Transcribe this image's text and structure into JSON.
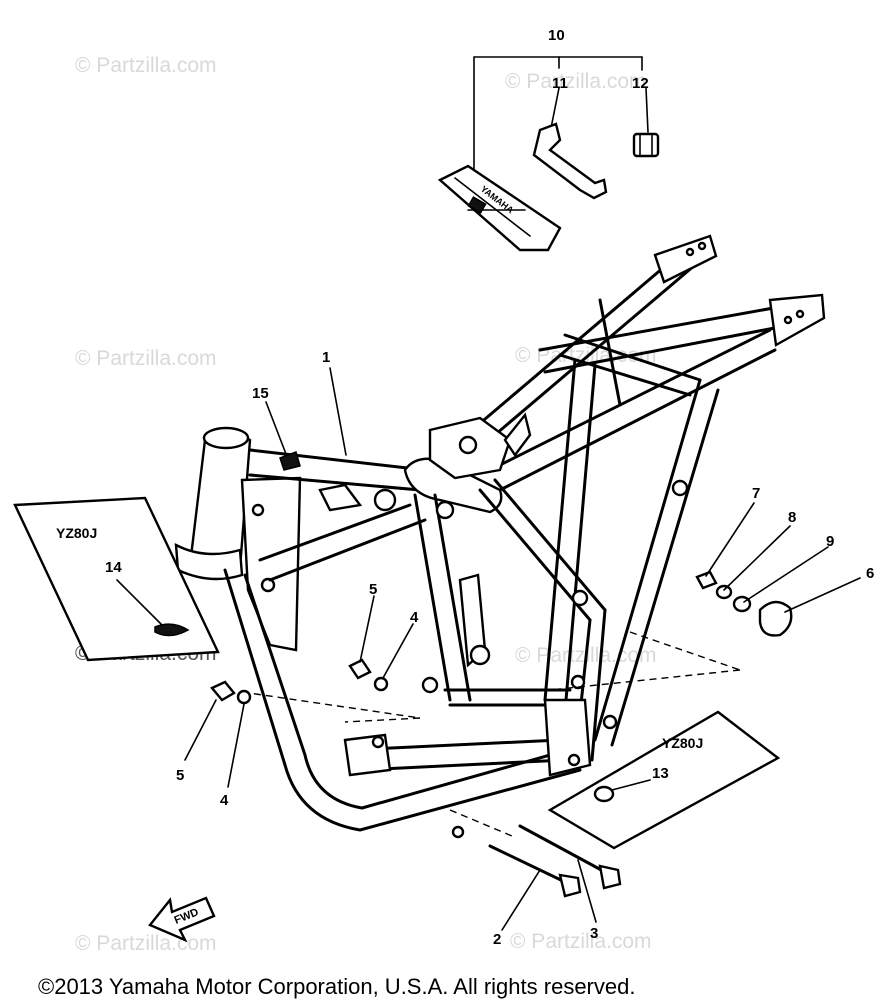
{
  "watermark": "© Partzilla.com",
  "copyright": "©2013  Yamaha Motor Corporation, U.S.A. All rights reserved.",
  "fwd_label": "FWD",
  "tool_bag_brand": "YAMAHA",
  "inset_left": {
    "model": "YZ80J",
    "part": "14"
  },
  "inset_right": {
    "model": "YZ80J",
    "part": "13"
  },
  "callouts": {
    "c1": "1",
    "c2": "2",
    "c3": "3",
    "c4a": "4",
    "c4b": "4",
    "c5a": "5",
    "c5b": "5",
    "c6": "6",
    "c7": "7",
    "c8": "8",
    "c9": "9",
    "c10": "10",
    "c11": "11",
    "c12": "12",
    "c15": "15"
  }
}
